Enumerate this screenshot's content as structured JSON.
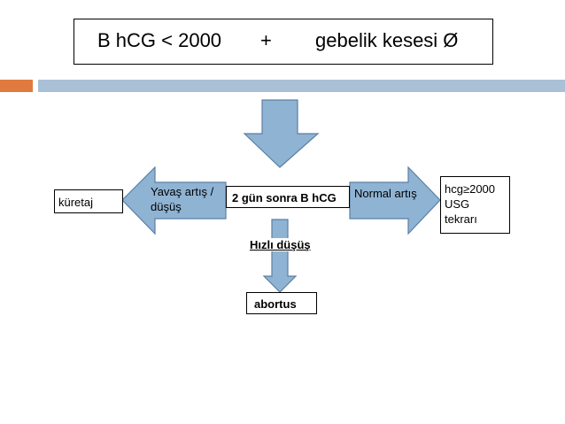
{
  "title": {
    "part1": "B hCG < 2000",
    "part2": "+",
    "part3": "gebelik kesesi Ø"
  },
  "colors": {
    "accent_orange": "#E07A3F",
    "accent_blue": "#A9C0D6",
    "arrow_fill": "#8FB3D3",
    "arrow_stroke": "#5B7FA5"
  },
  "arrow_icons": [
    "arrow-down-icon",
    "arrow-left-icon",
    "arrow-right-icon"
  ],
  "center_box": {
    "label": "2 gün sonra B hCG"
  },
  "left": {
    "arrow_label_line1": "Yavaş artış /",
    "arrow_label_line2": "düşüş",
    "box_label": "küretaj"
  },
  "right": {
    "arrow_label": "Normal artış",
    "box_line1": "hcg≥2000",
    "box_line2": "USG",
    "box_line3": "tekrarı"
  },
  "down": {
    "arrow_label": "Hızlı düşüş",
    "box_label": "abortus"
  }
}
